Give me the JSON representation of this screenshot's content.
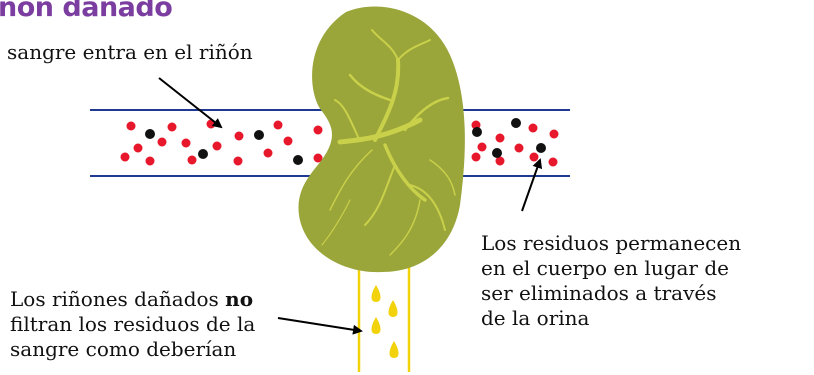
{
  "title": "ñón dañado",
  "labels": {
    "blood_enters": "sangre entra en el riñón",
    "waste_remains": [
      "Los residuos permanecen",
      "en el cuerpo en lugar de",
      "ser eliminados a través",
      "de la orina"
    ],
    "damaged_prefix": "Los riñones dañados ",
    "damaged_bold": "no",
    "damaged_rest": [
      "filtran los residuos de la",
      "sangre como deberían"
    ]
  },
  "colors": {
    "title": "#7b3ea0",
    "vessel": "#1f3a93",
    "kidney": "#9aa53a",
    "kidney_vein": "#c9d04a",
    "red_cell": "#e8182c",
    "waste_cell": "#111111",
    "urine": "#f2d20a"
  }
}
